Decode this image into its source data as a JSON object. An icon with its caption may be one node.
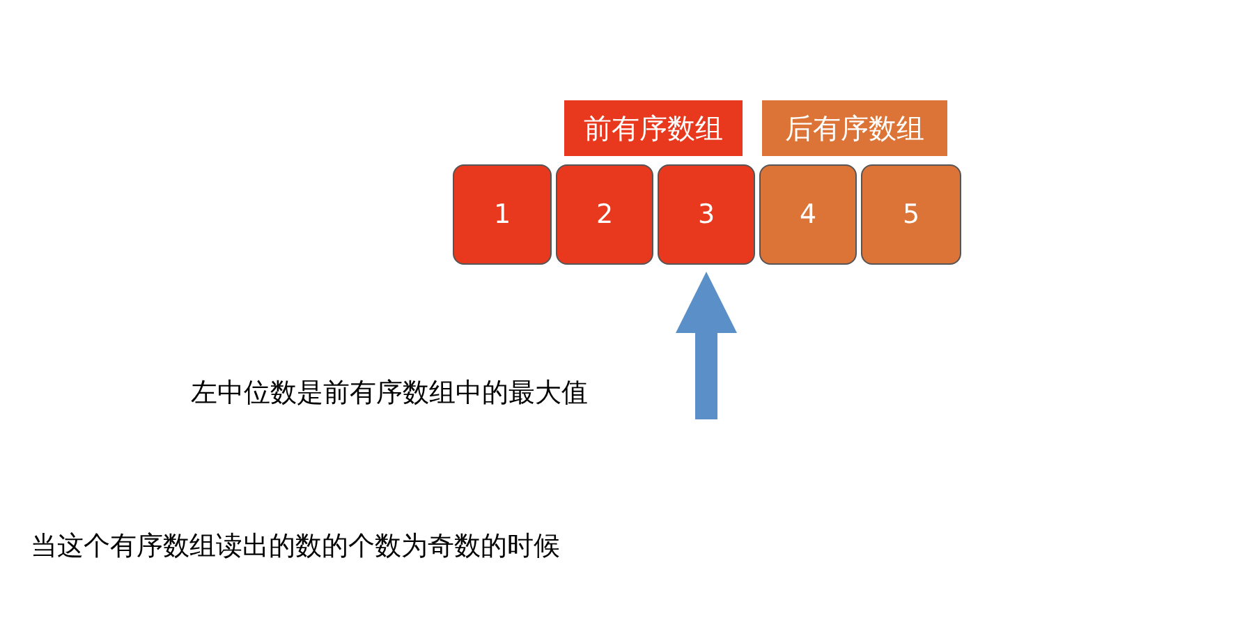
{
  "diagram": {
    "nodes": [
      {
        "text": [
          "前有序数组"
        ]
      },
      {
        "text": [
          "后有序数组"
        ]
      },
      {
        "text": [
          "1"
        ]
      },
      {
        "text": [
          "2"
        ]
      },
      {
        "text": [
          "3"
        ]
      },
      {
        "text": [
          "4"
        ]
      },
      {
        "text": [
          "5"
        ]
      }
    ],
    "edges": [
      {
        "from": null,
        "to": 4,
        "arrow": "to"
      }
    ],
    "labels": [
      "左中位数是前有序数组中的最大值",
      "当这个有序数组读出的数的个数为奇数的时候"
    ]
  }
}
